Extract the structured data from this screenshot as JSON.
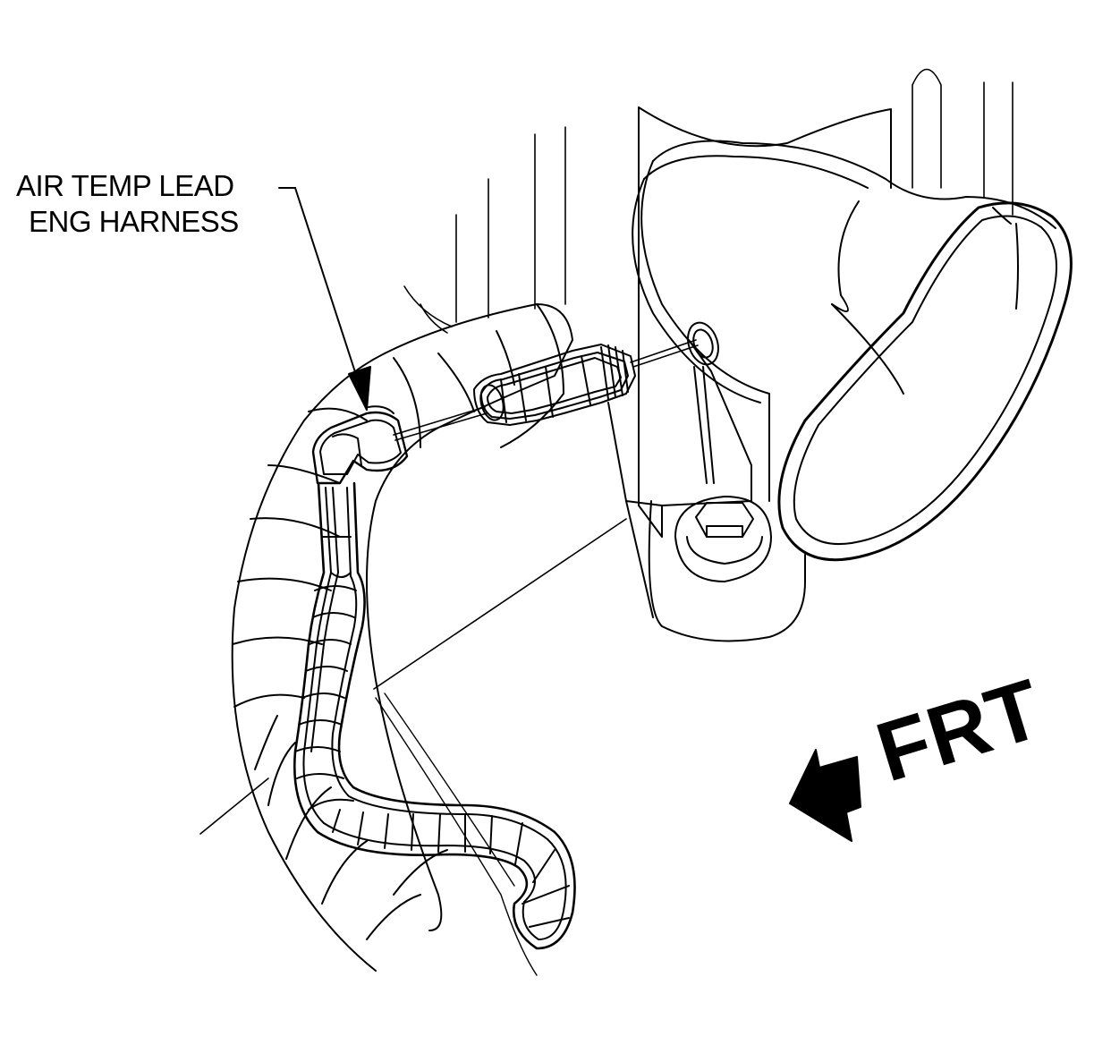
{
  "callout": {
    "line1": "AIR TEMP LEAD",
    "line2": "ENG HARNESS"
  },
  "direction": {
    "label": "FRT",
    "icon": "arrow-left-icon"
  },
  "colors": {
    "ink": "#000000",
    "paper": "#ffffff"
  }
}
